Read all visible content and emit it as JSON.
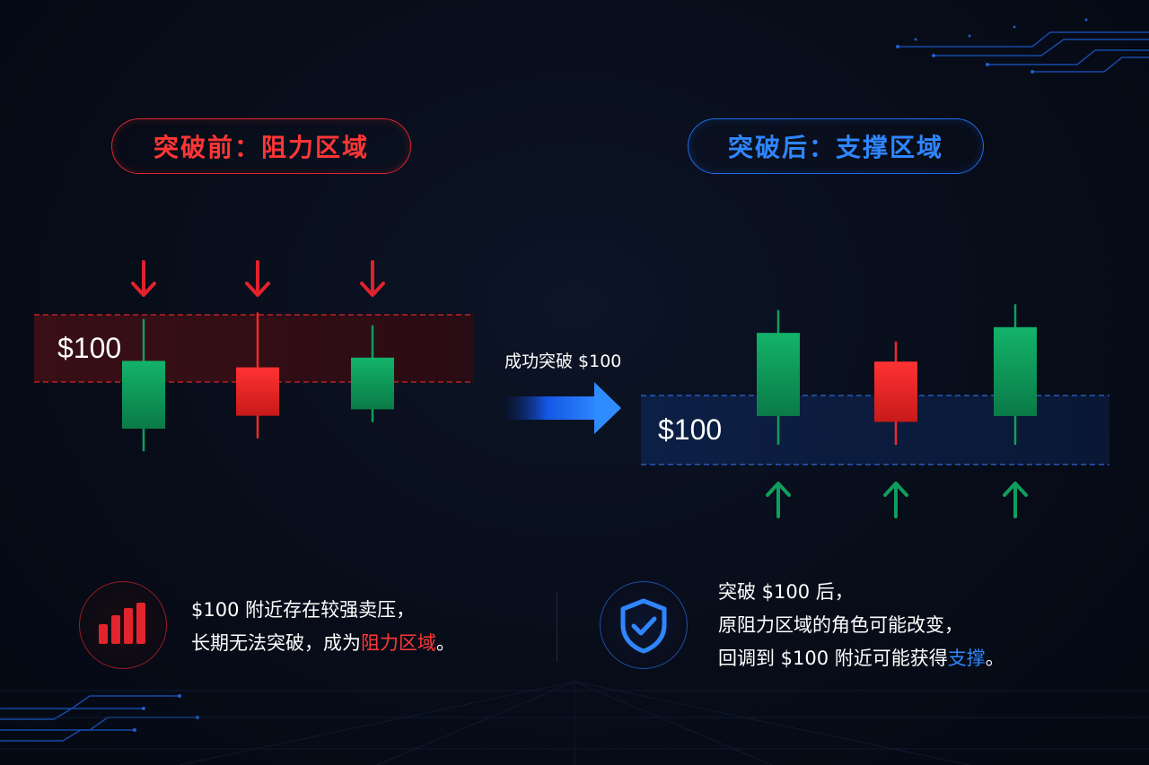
{
  "left_panel": {
    "title": "突破前：阻力区域",
    "zone_label": "$100",
    "description_line1": "$100 附近存在较强卖压，",
    "description_line2_prefix": "长期无法突破，成为",
    "description_line2_highlight": "阻力区域",
    "description_line2_suffix": "。",
    "icon": "bar-chart-icon"
  },
  "transition": {
    "label": "成功突破 $100",
    "icon": "right-arrow-icon"
  },
  "right_panel": {
    "title": "突破后：支撑区域",
    "zone_label": "$100",
    "description_line1": "突破 $100 后，",
    "description_line2": "原阻力区域的角色可能改变，",
    "description_line3_prefix": "回调到 $100 附近可能获得",
    "description_line3_highlight": "支撑",
    "description_line3_suffix": "。",
    "icon": "shield-check-icon"
  },
  "colors": {
    "bullish": "#0f9e5e",
    "bearish": "#ee2a2a",
    "resistance": "#e0222b",
    "support": "#2f86ff",
    "background": "#070c18"
  },
  "chart_data": [
    {
      "type": "candlestick",
      "name": "before-breakout",
      "level": 100,
      "level_role": "resistance",
      "pressure_direction": "down",
      "candles": [
        {
          "direction": "up",
          "open": 97.5,
          "close": 99.6,
          "high": 100.9,
          "low": 96.8
        },
        {
          "direction": "down",
          "open": 99.4,
          "close": 97.9,
          "high": 101.1,
          "low": 97.2
        },
        {
          "direction": "up",
          "open": 98.1,
          "close": 99.7,
          "high": 100.7,
          "low": 97.7
        }
      ]
    },
    {
      "type": "candlestick",
      "name": "after-breakout",
      "level": 100,
      "level_role": "support",
      "pressure_direction": "up",
      "candles": [
        {
          "direction": "up",
          "open": 100.5,
          "close": 103.4,
          "high": 104.2,
          "low": 99.5
        },
        {
          "direction": "down",
          "open": 102.4,
          "close": 100.3,
          "high": 103.1,
          "low": 99.5
        },
        {
          "direction": "up",
          "open": 100.5,
          "close": 103.6,
          "high": 104.4,
          "low": 99.5
        }
      ]
    }
  ]
}
